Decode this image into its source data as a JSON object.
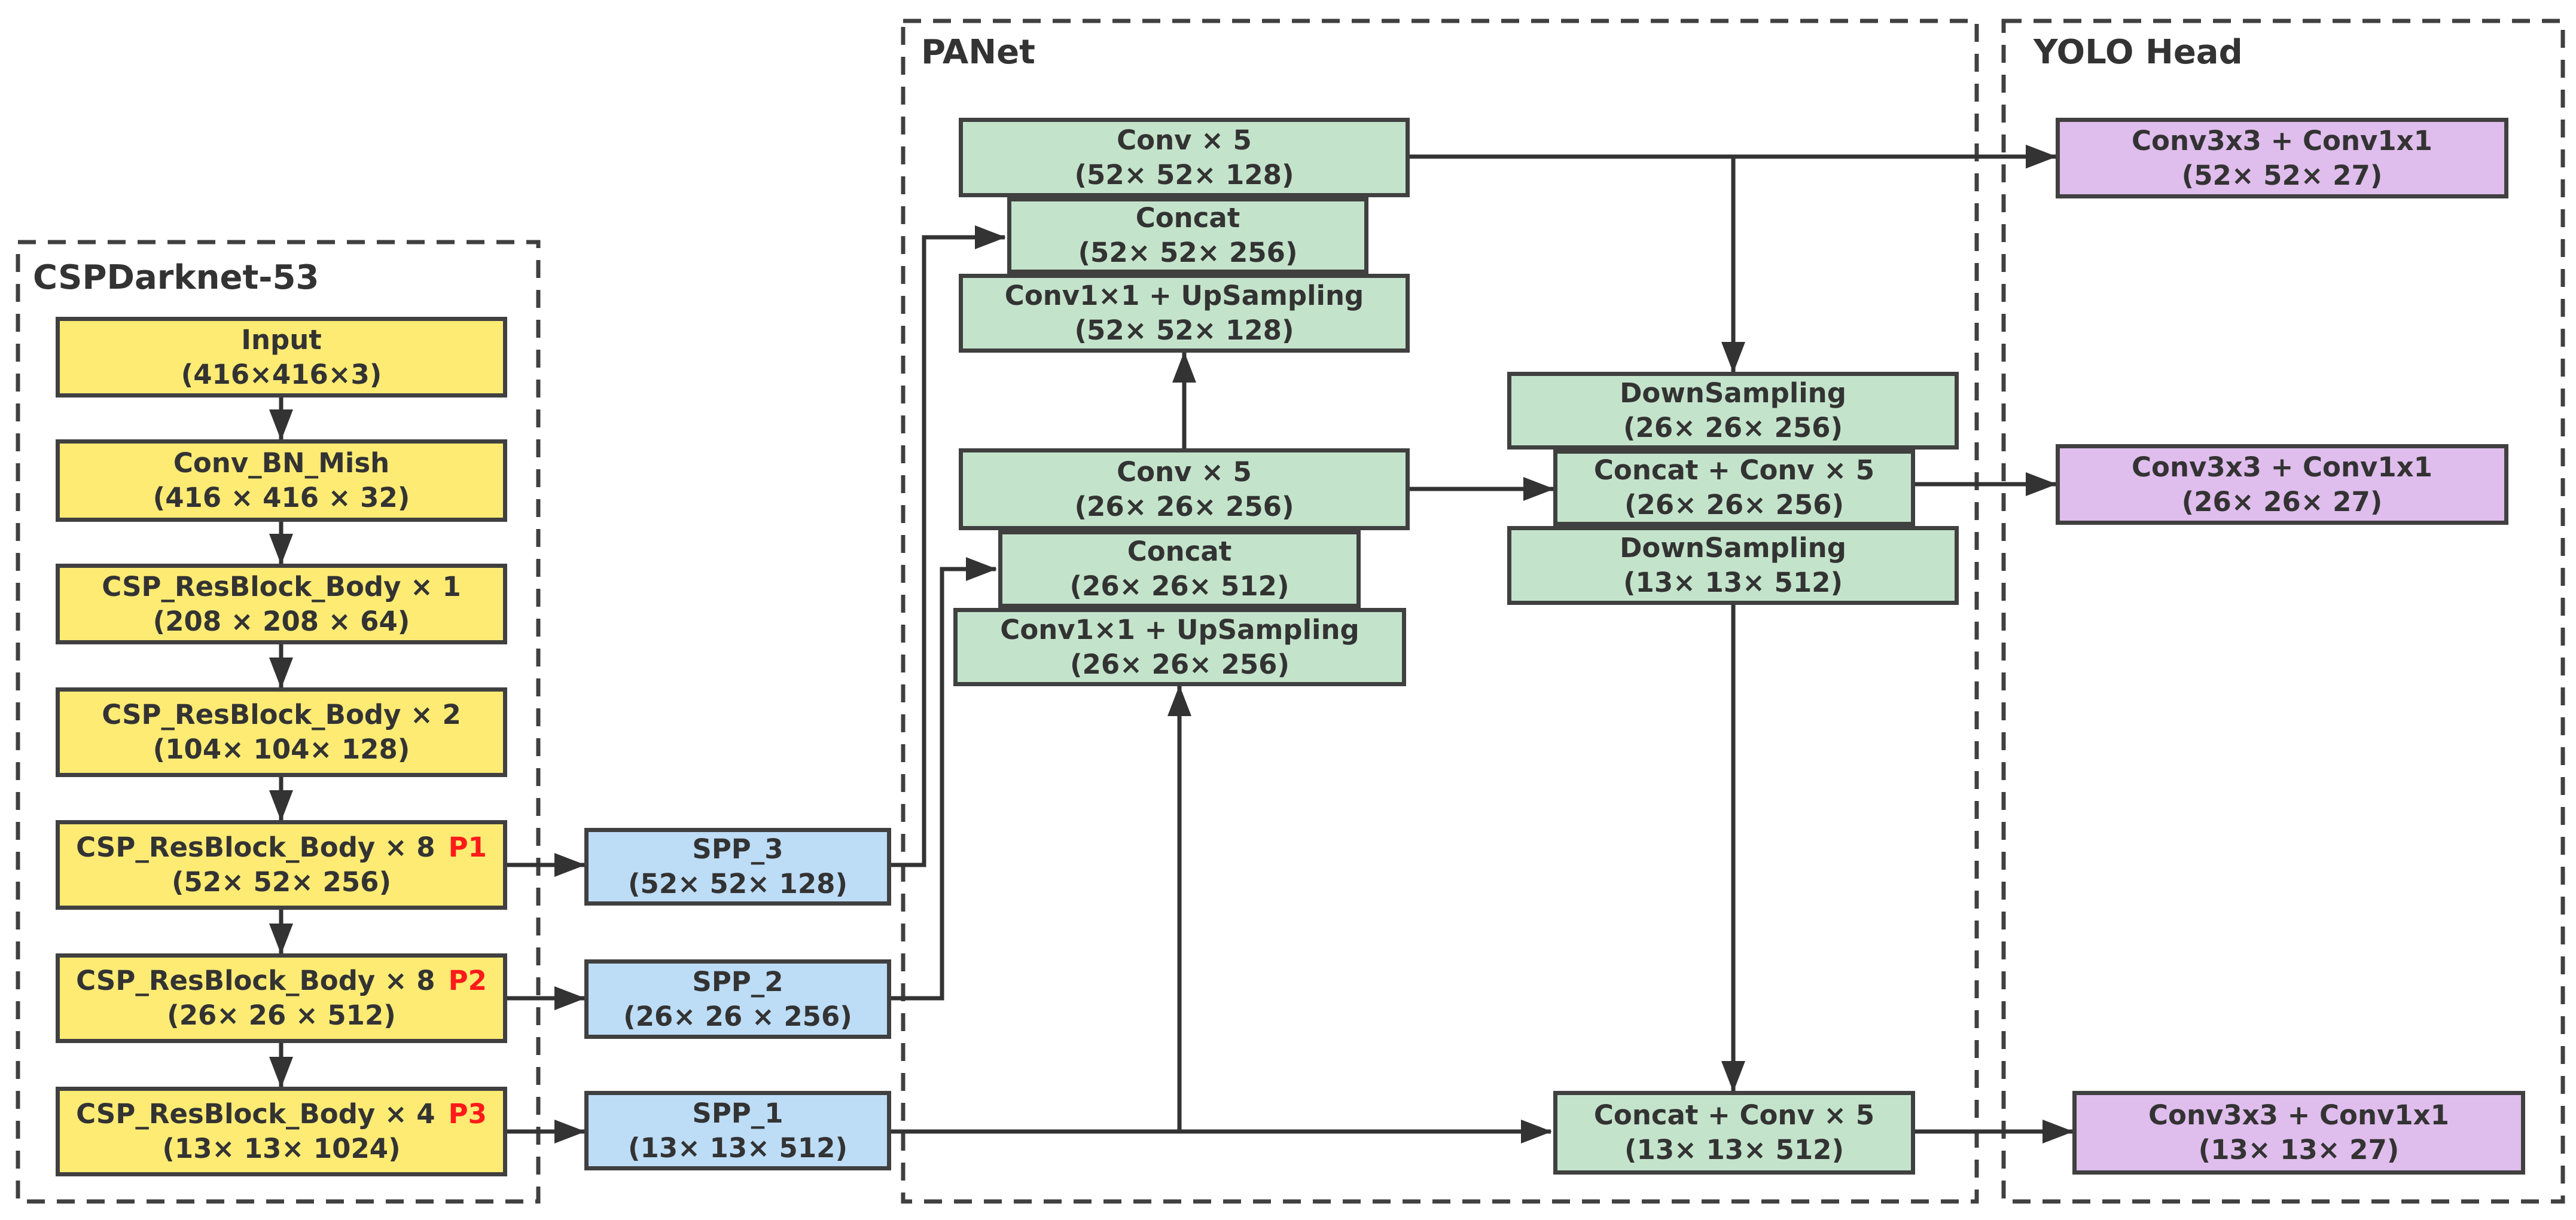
{
  "colors": {
    "backbone_fill": "#fdeb74",
    "spp_fill": "#bddcf6",
    "panet_fill": "#c4e3cb",
    "head_fill": "#dfbdec",
    "border": "#404040",
    "arrow": "#333333",
    "region_border": "#404040",
    "tag": "#ff1a1a",
    "text": "#333333"
  },
  "regions": {
    "backbone": {
      "title": "CSPDarknet-53"
    },
    "panet": {
      "title": "PANet"
    },
    "head": {
      "title": "YOLO Head"
    }
  },
  "backbone": {
    "input": {
      "title": "Input",
      "shape": "(416×416×3)"
    },
    "conv_bn_mish": {
      "title": "Conv_BN_Mish",
      "shape": "(416 × 416 × 32)"
    },
    "res1": {
      "title": "CSP_ResBlock_Body × 1",
      "shape": "(208 × 208 × 64)"
    },
    "res2": {
      "title": "CSP_ResBlock_Body × 2",
      "shape": "(104× 104× 128)"
    },
    "res8a": {
      "title": "CSP_ResBlock_Body × 8",
      "tag": "P1",
      "shape": "(52× 52× 256)"
    },
    "res8b": {
      "title": "CSP_ResBlock_Body × 8",
      "tag": "P2",
      "shape": "(26× 26 × 512)"
    },
    "res4": {
      "title": "CSP_ResBlock_Body × 4",
      "tag": "P3",
      "shape": "(13× 13× 1024)"
    }
  },
  "spp": {
    "spp3": {
      "title": "SPP_3",
      "shape": "(52× 52× 128)"
    },
    "spp2": {
      "title": "SPP_2",
      "shape": "(26× 26 × 256)"
    },
    "spp1": {
      "title": "SPP_1",
      "shape": "(13× 13× 512)"
    }
  },
  "panet": {
    "conv5_52": {
      "title": "Conv × 5",
      "shape": "(52× 52× 128)"
    },
    "concat_52": {
      "title": "Concat",
      "shape": "(52× 52× 256)"
    },
    "upsample_52": {
      "title": "Conv1×1 + UpSampling",
      "shape": "(52× 52× 128)"
    },
    "conv5_26": {
      "title": "Conv × 5",
      "shape": "(26× 26× 256)"
    },
    "concat_26": {
      "title": "Concat",
      "shape": "(26× 26× 512)"
    },
    "upsample_26": {
      "title": "Conv1×1 + UpSampling",
      "shape": "(26× 26× 256)"
    },
    "down_26": {
      "title": "DownSampling",
      "shape": "(26× 26× 256)"
    },
    "concat_conv5_26": {
      "title": "Concat + Conv × 5",
      "shape": "(26× 26× 256)"
    },
    "down_13": {
      "title": "DownSampling",
      "shape": "(13× 13× 512)"
    },
    "concat_conv5_13": {
      "title": "Concat + Conv × 5",
      "shape": "(13× 13× 512)"
    }
  },
  "head": {
    "out_52": {
      "title": "Conv3x3 + Conv1x1",
      "shape": "(52× 52× 27)"
    },
    "out_26": {
      "title": "Conv3x3 + Conv1x1",
      "shape": "(26× 26× 27)"
    },
    "out_13": {
      "title": "Conv3x3 + Conv1x1",
      "shape": "(13× 13× 27)"
    }
  }
}
